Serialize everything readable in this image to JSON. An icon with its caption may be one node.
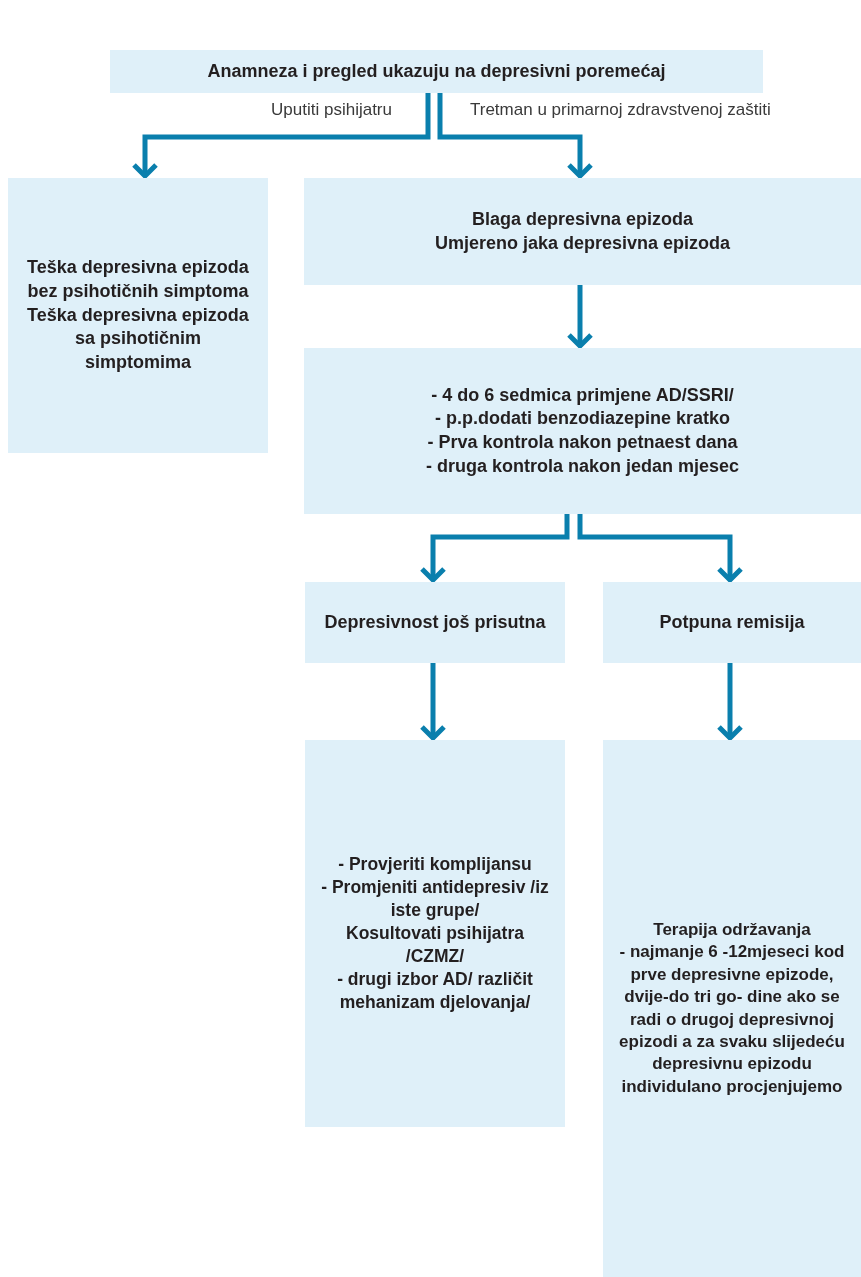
{
  "diagram": {
    "nodes": [
      {
        "text": [
          "Anamneza i pregled ukazuju na depresivni poremećaj"
        ]
      },
      {
        "text": [
          "Teška depresivna epizoda bez psihotičnih simptoma",
          "Teška depresivna epizoda sa psihotičnim simptomima"
        ]
      },
      {
        "text": [
          "Blaga depresivna epizoda",
          "Umjereno jaka depresivna epizoda"
        ]
      },
      {
        "text": [
          "- 4 do 6 sedmica primjene AD/SSRI/",
          "- p.p.dodati benzodiazepine kratko",
          "- Prva kontrola nakon petnaest dana",
          "- druga kontrola nakon jedan mjesec"
        ]
      },
      {
        "text": [
          "Depresivnost još prisutna"
        ]
      },
      {
        "text": [
          "Potpuna remisija"
        ]
      },
      {
        "text": [
          "- Provjeriti komplijansu",
          "- Promjeniti antidepresiv /iz iste grupe/",
          "Kosultovati psihijatra /CZMZ/",
          "- drugi izbor AD/ različit mehanizam djelovanja/"
        ]
      },
      {
        "text": [
          "Terapija održavanja",
          "- najmanje 6 -12mjeseci kod prve  depresivne epizode, dvije-do tri go- dine ako se radi o drugoj depresivnoj epizodi a za svaku slijedeću depresivnu epizodu individulano procjenjujemo"
        ]
      }
    ],
    "edges": [
      {
        "from": 0,
        "to": 1,
        "arrow": "to",
        "label": "Uputiti psihijatru"
      },
      {
        "from": 0,
        "to": 2,
        "arrow": "to",
        "label": "Tretman u primarnoj zdravstvenoj zaštiti"
      },
      {
        "from": 2,
        "to": 3,
        "arrow": "to"
      },
      {
        "from": 3,
        "to": 4,
        "arrow": "to"
      },
      {
        "from": 3,
        "to": 5,
        "arrow": "to"
      },
      {
        "from": 4,
        "to": 6,
        "arrow": "to"
      },
      {
        "from": 5,
        "to": 7,
        "arrow": "to"
      }
    ]
  }
}
